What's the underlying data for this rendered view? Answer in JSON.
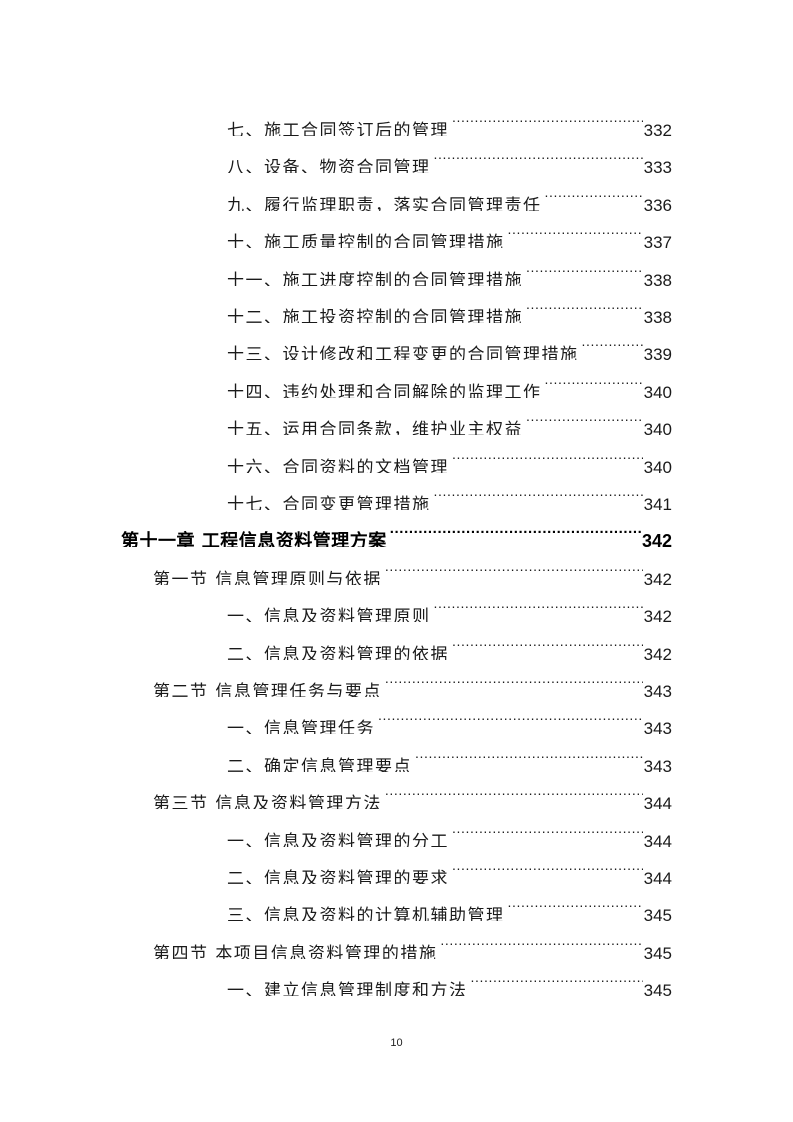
{
  "document": {
    "page_number": "10",
    "toc": [
      {
        "level": 3,
        "title": "七、施工合同签订后的管理",
        "page": "332"
      },
      {
        "level": 3,
        "title": "八、设备、物资合同管理",
        "page": "333"
      },
      {
        "level": 3,
        "title": "九、履行监理职责，落实合同管理责任",
        "page": "336"
      },
      {
        "level": 3,
        "title": "十、施工质量控制的合同管理措施",
        "page": "337"
      },
      {
        "level": 3,
        "title": "十一、施工进度控制的合同管理措施",
        "page": "338"
      },
      {
        "level": 3,
        "title": "十二、施工投资控制的合同管理措施",
        "page": "338"
      },
      {
        "level": 3,
        "title": "十三、设计修改和工程变更的合同管理措施",
        "page": "339"
      },
      {
        "level": 3,
        "title": "十四、违约处理和合同解除的监理工作",
        "page": "340"
      },
      {
        "level": 3,
        "title": "十五、运用合同条款，维护业主权益",
        "page": "340"
      },
      {
        "level": 3,
        "title": "十六、合同资料的文档管理",
        "page": "340"
      },
      {
        "level": 3,
        "title": "十七、合同变更管理措施",
        "page": "341"
      },
      {
        "level": 1,
        "title": "第十一章 工程信息资料管理方案",
        "page": "342"
      },
      {
        "level": 2,
        "title": "第一节 信息管理原则与依据",
        "page": "342"
      },
      {
        "level": 3,
        "title": "一、信息及资料管理原则",
        "page": "342"
      },
      {
        "level": 3,
        "title": "二、信息及资料管理的依据",
        "page": "342"
      },
      {
        "level": 2,
        "title": "第二节 信息管理任务与要点",
        "page": "343"
      },
      {
        "level": 3,
        "title": "一、信息管理任务",
        "page": "343"
      },
      {
        "level": 3,
        "title": "二、确定信息管理要点",
        "page": "343"
      },
      {
        "level": 2,
        "title": "第三节 信息及资料管理方法",
        "page": "344"
      },
      {
        "level": 3,
        "title": "一、信息及资料管理的分工",
        "page": "344"
      },
      {
        "level": 3,
        "title": "二、信息及资料管理的要求",
        "page": "344"
      },
      {
        "level": 3,
        "title": "三、信息及资料的计算机辅助管理",
        "page": "345"
      },
      {
        "level": 2,
        "title": "第四节 本项目信息资料管理的措施",
        "page": "345"
      },
      {
        "level": 3,
        "title": "一、建立信息管理制度和方法",
        "page": "345"
      }
    ]
  }
}
